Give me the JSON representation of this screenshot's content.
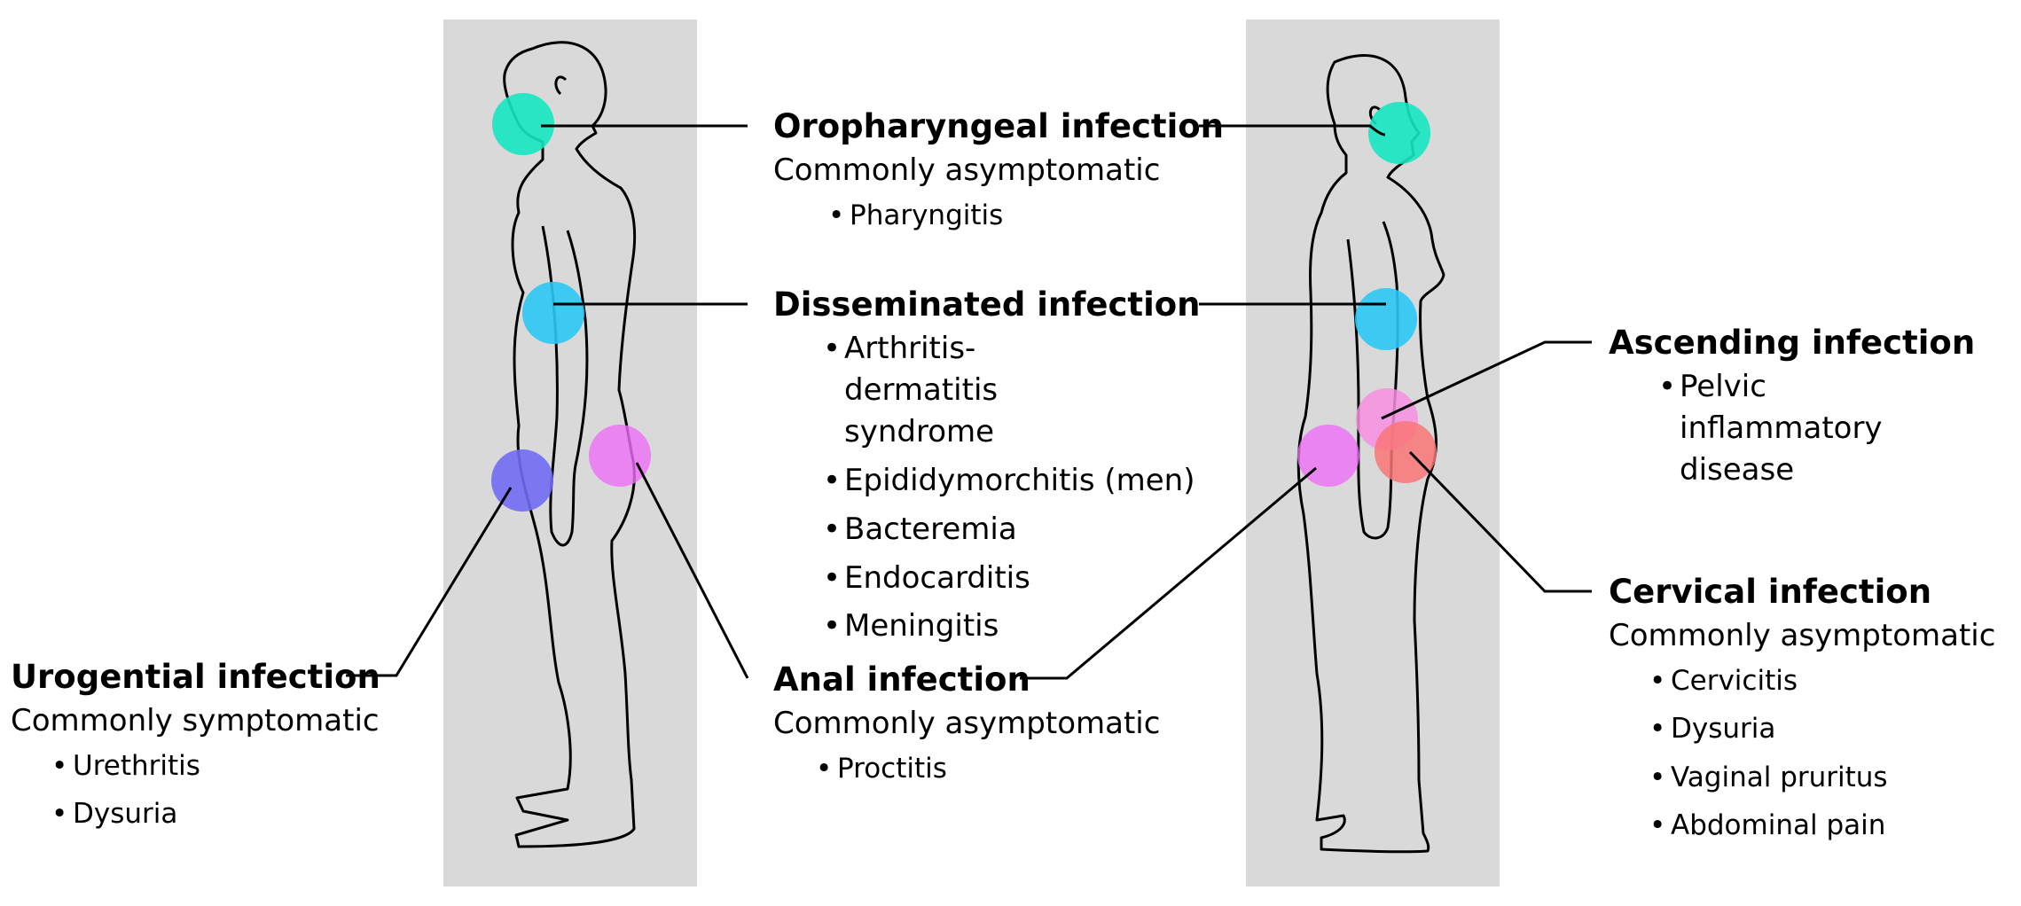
{
  "colors": {
    "panel": "#d9d9d9",
    "oropharyngeal_marker": "#14e5c0",
    "disseminated_marker": "#2ac8f5",
    "anal_marker": "#ee6ef5",
    "urogenital_marker": "#6f6cf2",
    "ascending_marker": "#f78ee0",
    "cervical_marker": "#f97676"
  },
  "sites": {
    "oropharyngeal": {
      "title": "Oropharyngeal infection",
      "subtitle": "Commonly asymptomatic",
      "bullets": [
        "Pharyngitis"
      ]
    },
    "disseminated": {
      "title": "Disseminated infection",
      "bullets": [
        "Arthritis-dermatitis syndrome",
        "Epididymorchitis (men)",
        "Bacteremia",
        "Endocarditis",
        "Meningitis"
      ]
    },
    "anal": {
      "title": "Anal infection",
      "subtitle": "Commonly asymptomatic",
      "bullets": [
        "Proctitis"
      ]
    },
    "urogenital": {
      "title": "Urogential infection",
      "subtitle": "Commonly symptomatic",
      "bullets": [
        "Urethritis",
        "Dysuria"
      ]
    },
    "ascending": {
      "title": "Ascending infection",
      "bullets": [
        "Pelvic inflammatory disease"
      ]
    },
    "cervical": {
      "title": "Cervical infection",
      "subtitle": "Commonly asymptomatic",
      "bullets": [
        "Cervicitis",
        "Dysuria",
        "Vaginal pruritus",
        "Abdominal pain"
      ]
    }
  }
}
